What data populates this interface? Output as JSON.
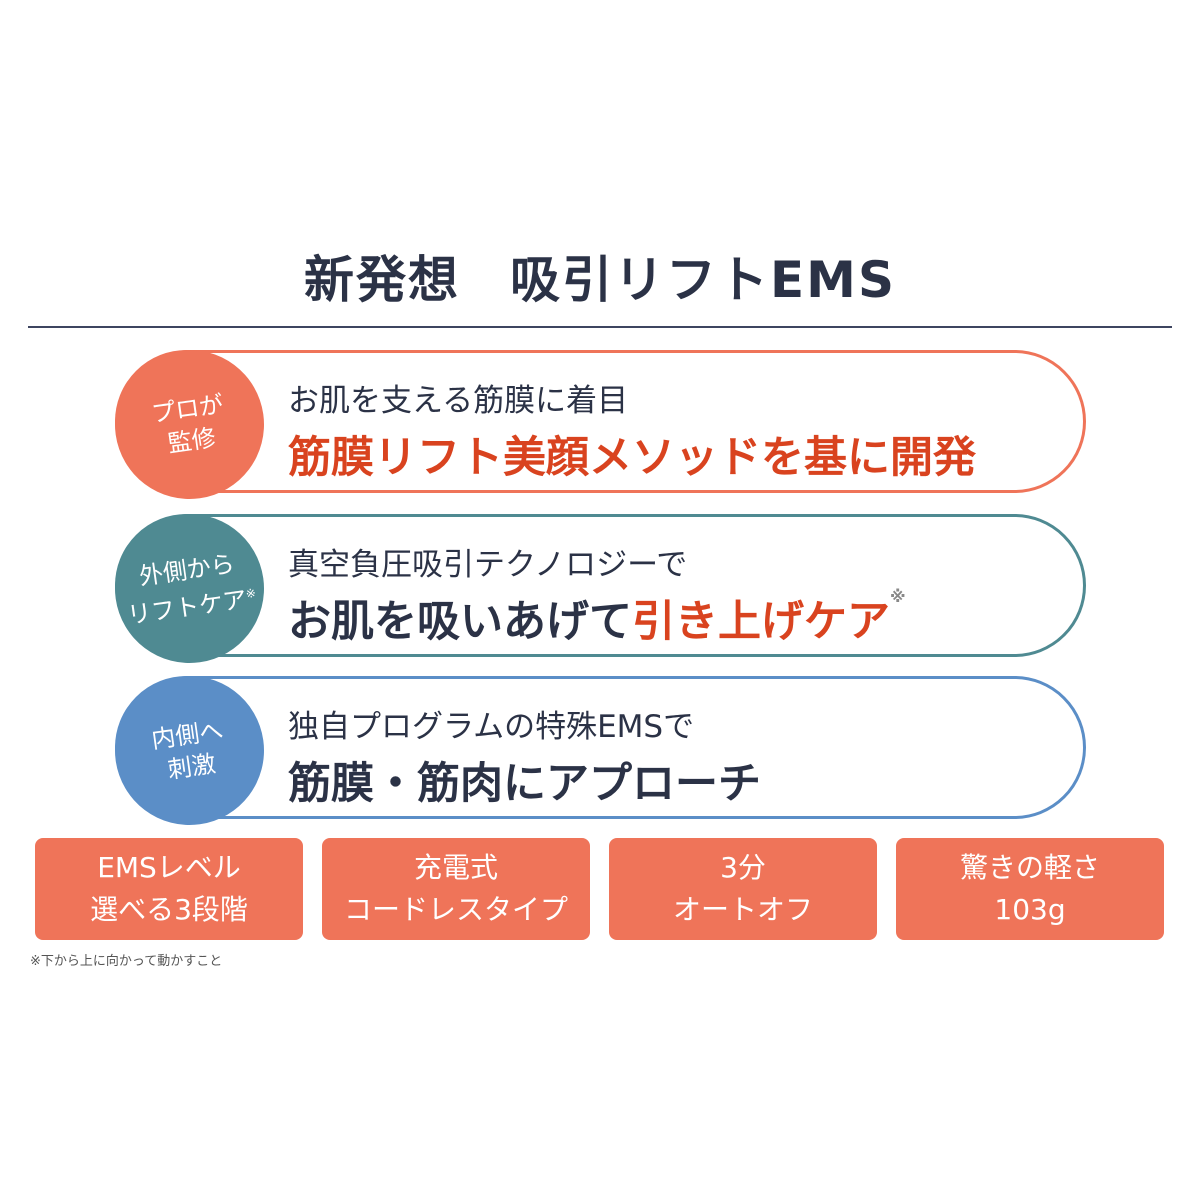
{
  "title": {
    "part1": "新発想",
    "part2": "吸引リフトEMS"
  },
  "colors": {
    "coral": "#ef7459",
    "teal": "#4f8a92",
    "blue": "#5b8ec7",
    "red_text": "#d9431f",
    "navy": "#2b3246"
  },
  "features": [
    {
      "badge_line1": "プロが",
      "badge_line2": "監修",
      "line1": "お肌を支える筋膜に着目",
      "line2_red": "筋膜リフト美顔メソッドを基に開発"
    },
    {
      "badge_line1": "外側から",
      "badge_line2": "リフトケア",
      "badge_mark": "※",
      "line1": "真空負圧吸引テクノロジーで",
      "line2_dark": "お肌を吸いあげて",
      "line2_red": "引き上げケア",
      "line2_mark": "※"
    },
    {
      "badge_line1": "内側へ",
      "badge_line2": "刺激",
      "line1": "独自プログラムの特殊EMSで",
      "line2_dark": "筋膜・筋肉にアプローチ"
    }
  ],
  "badges": [
    {
      "line1": "EMSレベル",
      "line2": "選べる3段階"
    },
    {
      "line1": "充電式",
      "line2": "コードレスタイプ"
    },
    {
      "line1": "3分",
      "line2": "オートオフ"
    },
    {
      "line1": "驚きの軽さ",
      "line2": "103g"
    }
  ],
  "footnote": "※下から上に向かって動かすこと"
}
